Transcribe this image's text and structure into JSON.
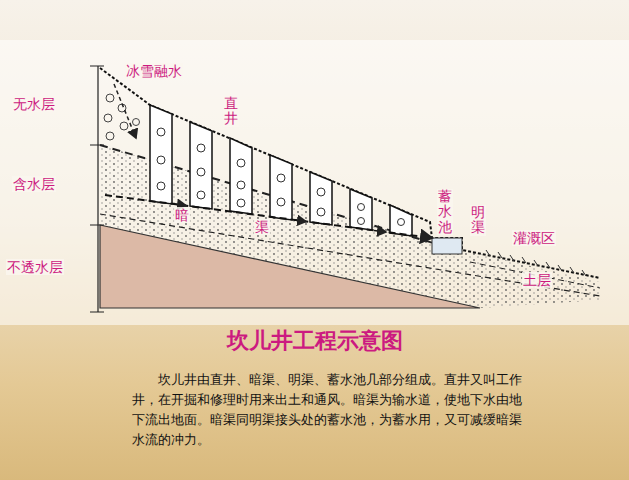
{
  "diagram": {
    "title": "坎儿井工程示意图",
    "caption": "坎儿井由直井、暗渠、明渠、蓄水池几部分组成。直井又叫工作井，在开掘和修理时用来出土和通风。暗渠为输水道，使地下水由地下流出地面。暗渠同明渠接头处的蓄水池，为蓄水用，又可减缓暗渠水流的冲力。",
    "labels": [
      "无水层",
      "含水层",
      "不透水层",
      "冰雪融水",
      "直井",
      "暗",
      "渠",
      "蓄水池",
      "明渠",
      "灌溉区",
      "土层"
    ]
  }
}
